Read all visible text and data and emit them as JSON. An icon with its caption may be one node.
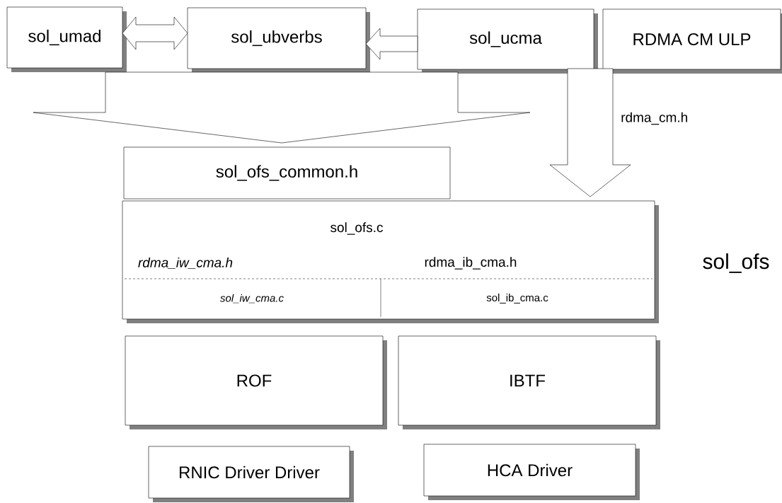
{
  "diagram": {
    "nodes": [
      {
        "text": [
          "sol_umad"
        ]
      },
      {
        "text": [
          "sol_ubverbs"
        ]
      },
      {
        "text": [
          "sol_ucma"
        ]
      },
      {
        "text": [
          "RDMA CM ULP"
        ]
      },
      {
        "text": [
          "sol_ofs_common.h"
        ]
      },
      {
        "text": [
          "sol_ofs.c",
          "rdma_iw_cma.h",
          "rdma_ib_cma.h"
        ],
        "beside": [
          "sol_ofs"
        ]
      },
      {
        "text": [
          "sol_iw_cma.c"
        ],
        "in": 5
      },
      {
        "text": [
          "sol_ib_cma.c"
        ],
        "in": 5
      },
      {
        "text": [
          "ROF"
        ]
      },
      {
        "text": [
          "IBTF"
        ]
      },
      {
        "text": [
          "RNIC Driver Driver"
        ]
      },
      {
        "text": [
          "HCA Driver"
        ]
      }
    ],
    "edges": [
      {
        "from": 0,
        "to": 1,
        "arrow": "both"
      },
      {
        "from": 2,
        "to": 1,
        "arrow": "to"
      },
      {
        "from": 1,
        "to": 4,
        "arrow": "to"
      },
      {
        "from": 3,
        "to": 5,
        "arrow": "to",
        "label": "rdma_cm.h"
      }
    ]
  }
}
